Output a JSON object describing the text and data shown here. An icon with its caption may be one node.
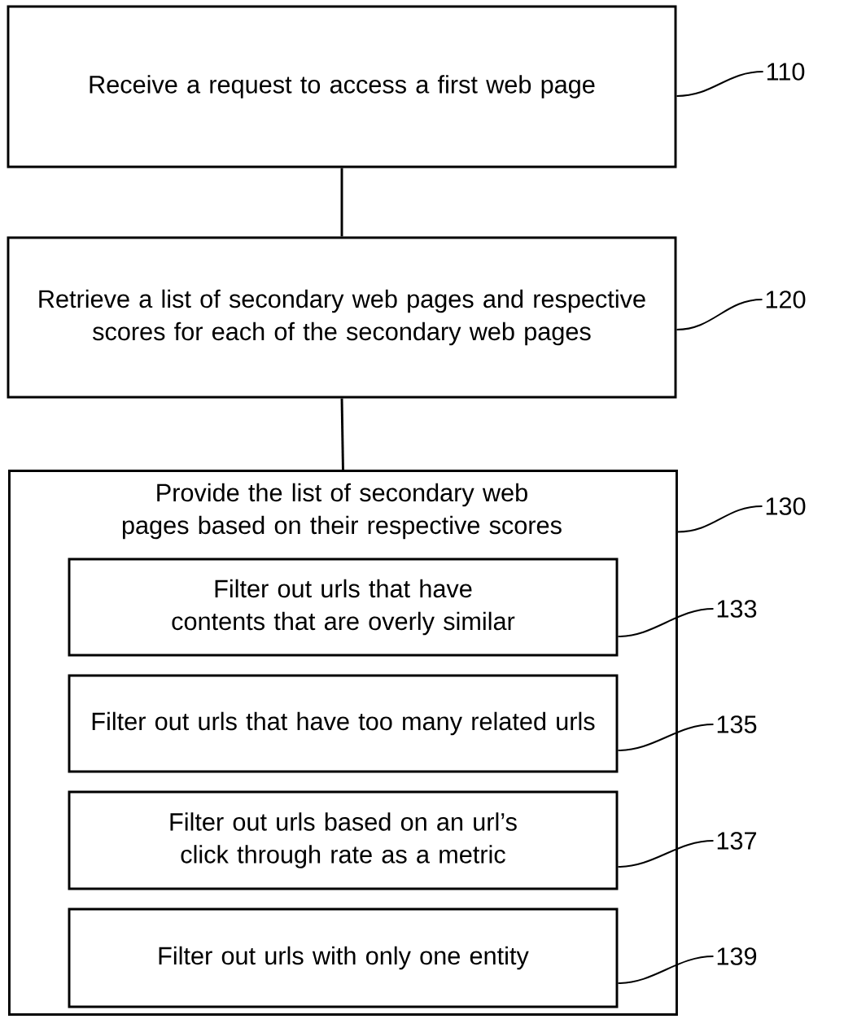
{
  "diagram": {
    "nodes": [
      {
        "text": [
          "Receive a request to access a first web page"
        ]
      },
      {
        "text": [
          "110"
        ]
      },
      {
        "text": [
          "Retrieve a list of secondary web pages and respective scores for each of the secondary web pages"
        ]
      },
      {
        "text": [
          "120"
        ]
      },
      {
        "text": [
          "Provide the list of secondary web pages based on their respective scores"
        ]
      },
      {
        "text": [
          "130"
        ]
      },
      {
        "text": [
          "Filter out urls that have contents that are overly similar"
        ],
        "in": 4
      },
      {
        "text": [
          "133"
        ]
      },
      {
        "text": [
          "Filter out urls that have too many related urls"
        ],
        "in": 4
      },
      {
        "text": [
          "135"
        ]
      },
      {
        "text": [
          "Filter out urls based on an url’s click through rate as a metric"
        ],
        "in": 4
      },
      {
        "text": [
          "137"
        ]
      },
      {
        "text": [
          "Filter out urls with only one entity"
        ],
        "in": 4
      },
      {
        "text": [
          "139"
        ]
      }
    ],
    "edges": [
      {
        "from": 0,
        "to": 2,
        "arrow": "none"
      },
      {
        "from": 2,
        "to": 4,
        "arrow": "none"
      },
      {
        "from": 1,
        "to": 0,
        "arrow": "none"
      },
      {
        "from": 3,
        "to": 2,
        "arrow": "none"
      },
      {
        "from": 5,
        "to": 4,
        "arrow": "none"
      },
      {
        "from": 7,
        "to": 6,
        "arrow": "none"
      },
      {
        "from": 9,
        "to": 8,
        "arrow": "none"
      },
      {
        "from": 11,
        "to": 10,
        "arrow": "none"
      },
      {
        "from": 13,
        "to": 12,
        "arrow": "none"
      }
    ]
  }
}
